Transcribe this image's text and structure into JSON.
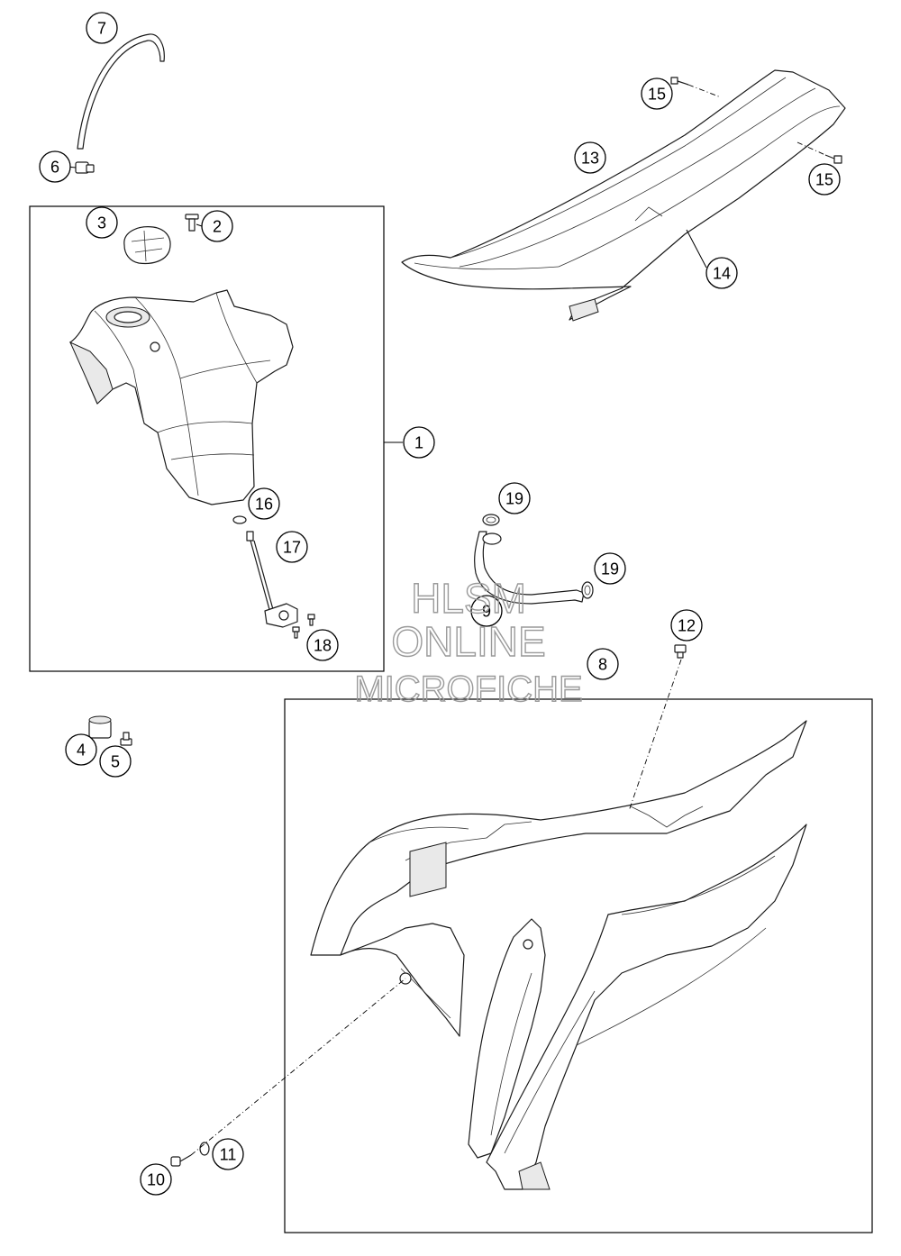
{
  "callouts": [
    {
      "id": "1",
      "label": "1"
    },
    {
      "id": "2",
      "label": "2"
    },
    {
      "id": "3",
      "label": "3"
    },
    {
      "id": "4",
      "label": "4"
    },
    {
      "id": "5",
      "label": "5"
    },
    {
      "id": "6",
      "label": "6"
    },
    {
      "id": "7",
      "label": "7"
    },
    {
      "id": "8",
      "label": "8"
    },
    {
      "id": "9",
      "label": "9"
    },
    {
      "id": "10",
      "label": "10"
    },
    {
      "id": "11",
      "label": "11"
    },
    {
      "id": "12",
      "label": "12"
    },
    {
      "id": "13",
      "label": "13"
    },
    {
      "id": "14",
      "label": "14"
    },
    {
      "id": "15a",
      "label": "15"
    },
    {
      "id": "15b",
      "label": "15"
    },
    {
      "id": "16",
      "label": "16"
    },
    {
      "id": "17",
      "label": "17"
    },
    {
      "id": "18",
      "label": "18"
    },
    {
      "id": "19a",
      "label": "19"
    },
    {
      "id": "19b",
      "label": "19"
    }
  ],
  "watermark": {
    "line1": "HLSM",
    "line2": "ONLINE",
    "line3": "MICROFICHE"
  }
}
